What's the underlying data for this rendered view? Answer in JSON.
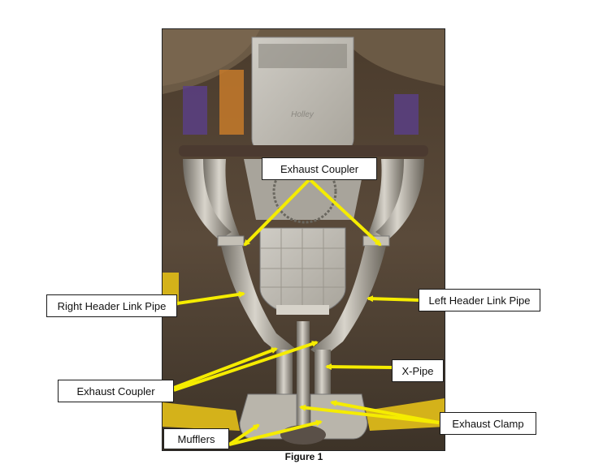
{
  "figure": {
    "caption": "Figure 1",
    "photo_description": "Underside view of vehicle showing exhaust system: headers, link pipes, X-pipe, mufflers, couplers and clamps; oil pan with brand logo visible",
    "oil_pan_logo": "Holley",
    "accent_color": "#f5ec00",
    "labels": [
      {
        "id": "exhaust-coupler-top",
        "text": "Exhaust Coupler"
      },
      {
        "id": "right-header-link-pipe",
        "text": "Right Header Link Pipe"
      },
      {
        "id": "left-header-link-pipe",
        "text": "Left Header Link Pipe"
      },
      {
        "id": "exhaust-coupler-bottom",
        "text": "Exhaust Coupler"
      },
      {
        "id": "x-pipe",
        "text": "X-Pipe"
      },
      {
        "id": "exhaust-clamp",
        "text": "Exhaust Clamp"
      },
      {
        "id": "mufflers",
        "text": "Mufflers"
      }
    ]
  }
}
